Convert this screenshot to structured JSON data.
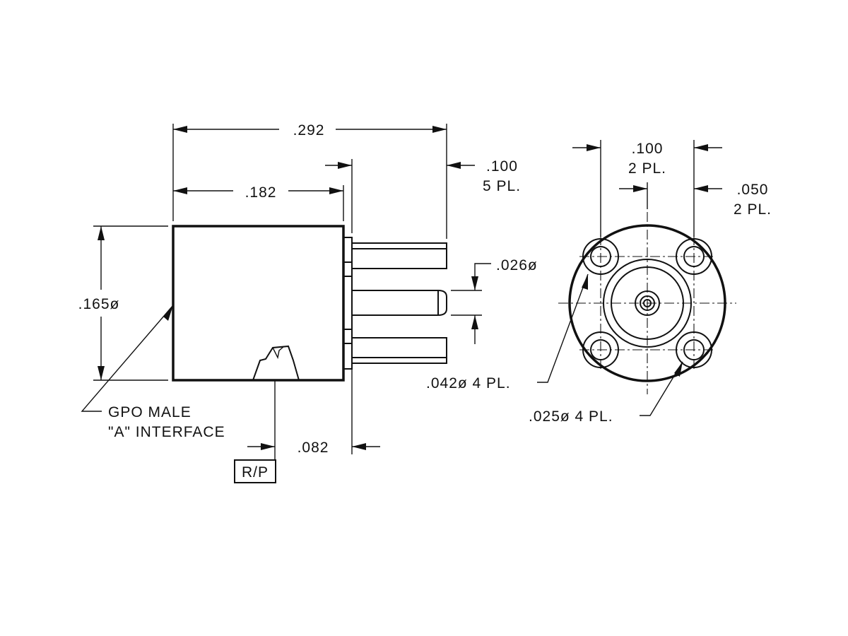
{
  "labels": {
    "dim_overall_length": ".292",
    "dim_body_length": ".182",
    "dim_pin_pitch": ".100",
    "dim_pin_pitch_note": "5 PL.",
    "dim_body_diameter": ".165ø",
    "dim_center_pin_diameter": ".026ø",
    "dim_pin_diameter": ".042ø  4 PL.",
    "dim_hole_diameter": ".025ø  4 PL.",
    "dim_ref_offset": ".082",
    "ref_plane": "R/P",
    "interface_line1": "GPO MALE",
    "interface_line2": "\"A\"  INTERFACE",
    "dim_end_spacing": ".100",
    "dim_end_spacing_note": "2 PL.",
    "dim_end_offset": ".050",
    "dim_end_offset_note": "2 PL."
  }
}
